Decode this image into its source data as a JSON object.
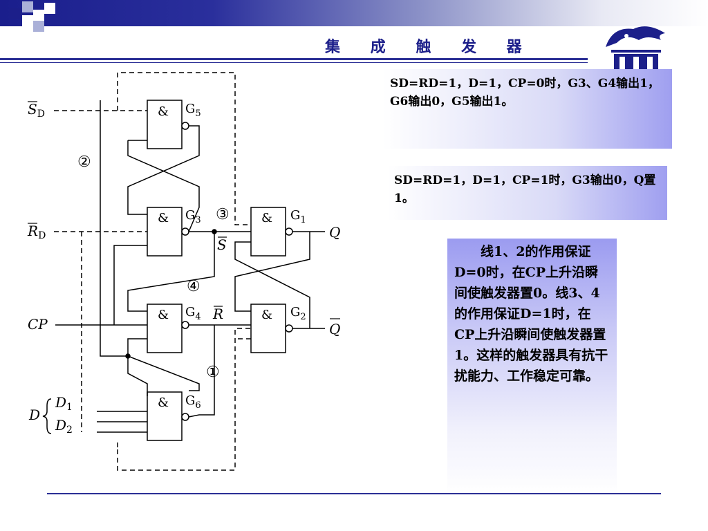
{
  "slide": {
    "title": "集 成 触 发 器"
  },
  "notes": [
    "SD=RD=1，D=1，CP=0时，G3、G4输出1，G6输出0，G5输出1。",
    "SD=RD=1，D=1，CP=1时，G3输出0，Q置1。",
    "线1、2的作用保证D=0时，在CP上升沿瞬间使触发器置0。线3、4的作用保证D=1时，在CP上升沿瞬间使触发器置1。这样的触发器具有抗干扰能力、工作稳定可靠。"
  ],
  "circuit": {
    "gate_symbol": "&",
    "gates": [
      "G5",
      "G3",
      "G1",
      "G4",
      "G2",
      "G6"
    ],
    "inputs": {
      "sd": "S",
      "sd_sub": "D",
      "rd": "R",
      "rd_sub": "D",
      "cp": "CP",
      "d": "D",
      "d1": "D",
      "d1_sub": "1",
      "d2": "D",
      "d2_sub": "2"
    },
    "outputs": {
      "q": "Q",
      "qbar": "Q"
    },
    "internal": {
      "s_bar": "S",
      "r_bar": "R"
    },
    "line_markers": [
      "①",
      "②",
      "③",
      "④"
    ]
  },
  "colors": {
    "accent": "#1c1f8a",
    "note_gradient_end": "#9f9ff0"
  }
}
